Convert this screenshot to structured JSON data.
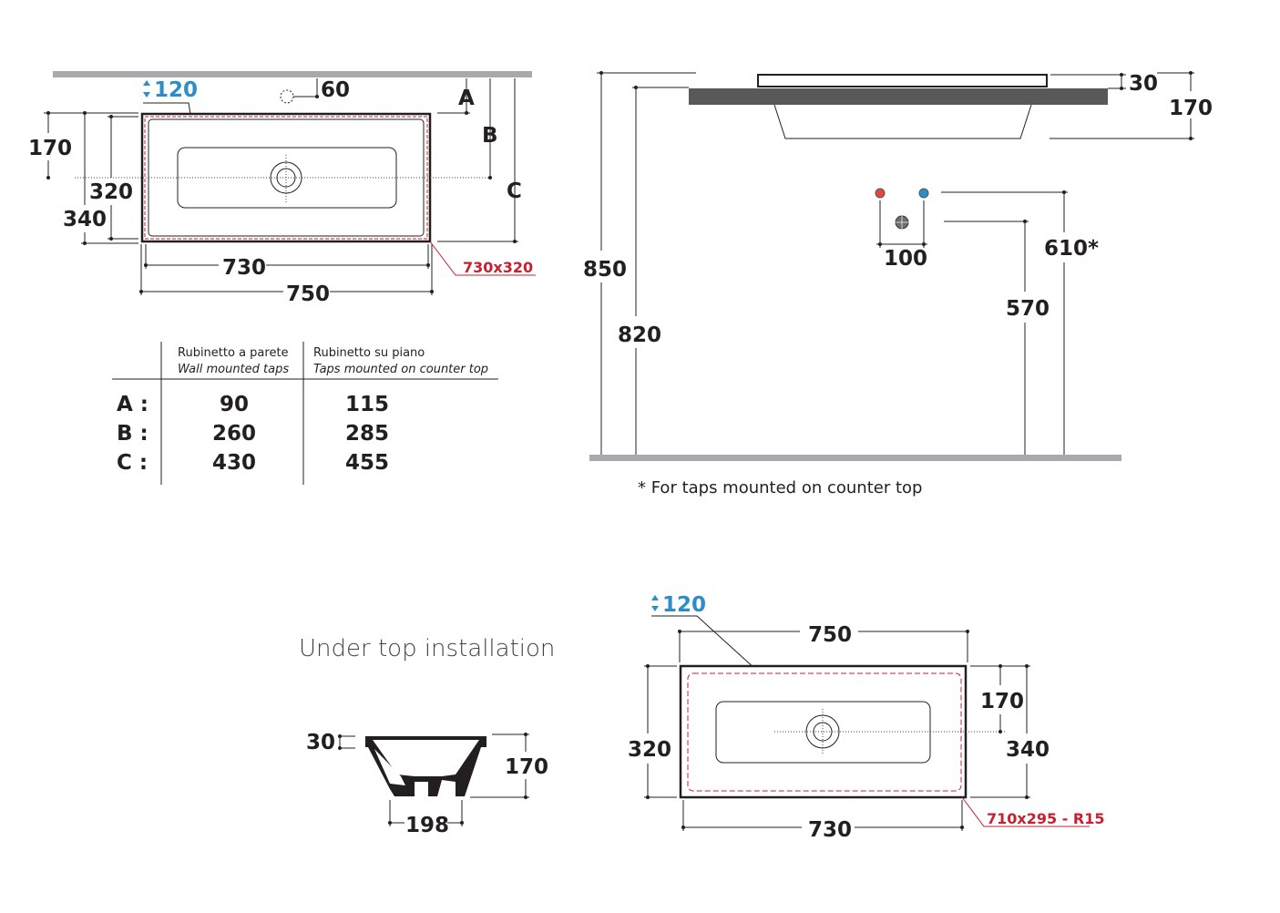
{
  "top_view": {
    "overflow_label": "120",
    "tap_offset": "60",
    "A": "A",
    "B": "B",
    "C": "C",
    "depth_to_drain": "170",
    "inner_depth": "320",
    "outer_depth": "340",
    "inner_width": "730",
    "outer_width": "750",
    "cutout": "730x320"
  },
  "table": {
    "col1_title": "Rubinetto a parete",
    "col1_sub": "Wall mounted taps",
    "col2_title": "Rubinetto su piano",
    "col2_sub": "Taps mounted on counter top",
    "rows": [
      {
        "label": "A :",
        "wall": "90",
        "counter": "115"
      },
      {
        "label": "B :",
        "wall": "260",
        "counter": "285"
      },
      {
        "label": "C :",
        "wall": "430",
        "counter": "455"
      }
    ]
  },
  "side_view": {
    "total_height": "850",
    "counter_height": "820",
    "rim": "30",
    "basin_height": "170",
    "tap_spacing": "100",
    "tap_height": "610*",
    "drain_height": "570",
    "footnote": "*  For taps mounted on counter top"
  },
  "under_top": {
    "title": "Under top installation",
    "rim": "30",
    "height": "170",
    "base_width": "198",
    "overflow_label": "120",
    "outer_width": "750",
    "inner_width": "730",
    "outer_depth": "320",
    "depth_to_drain": "170",
    "depth_total": "340",
    "cutout": "710x295 - R15"
  },
  "colors": {
    "accent_blue": "#2b8ec6",
    "cutout_red": "#c8202f",
    "wall_grey": "#a7a9ac",
    "counter_dark": "#58595b"
  }
}
